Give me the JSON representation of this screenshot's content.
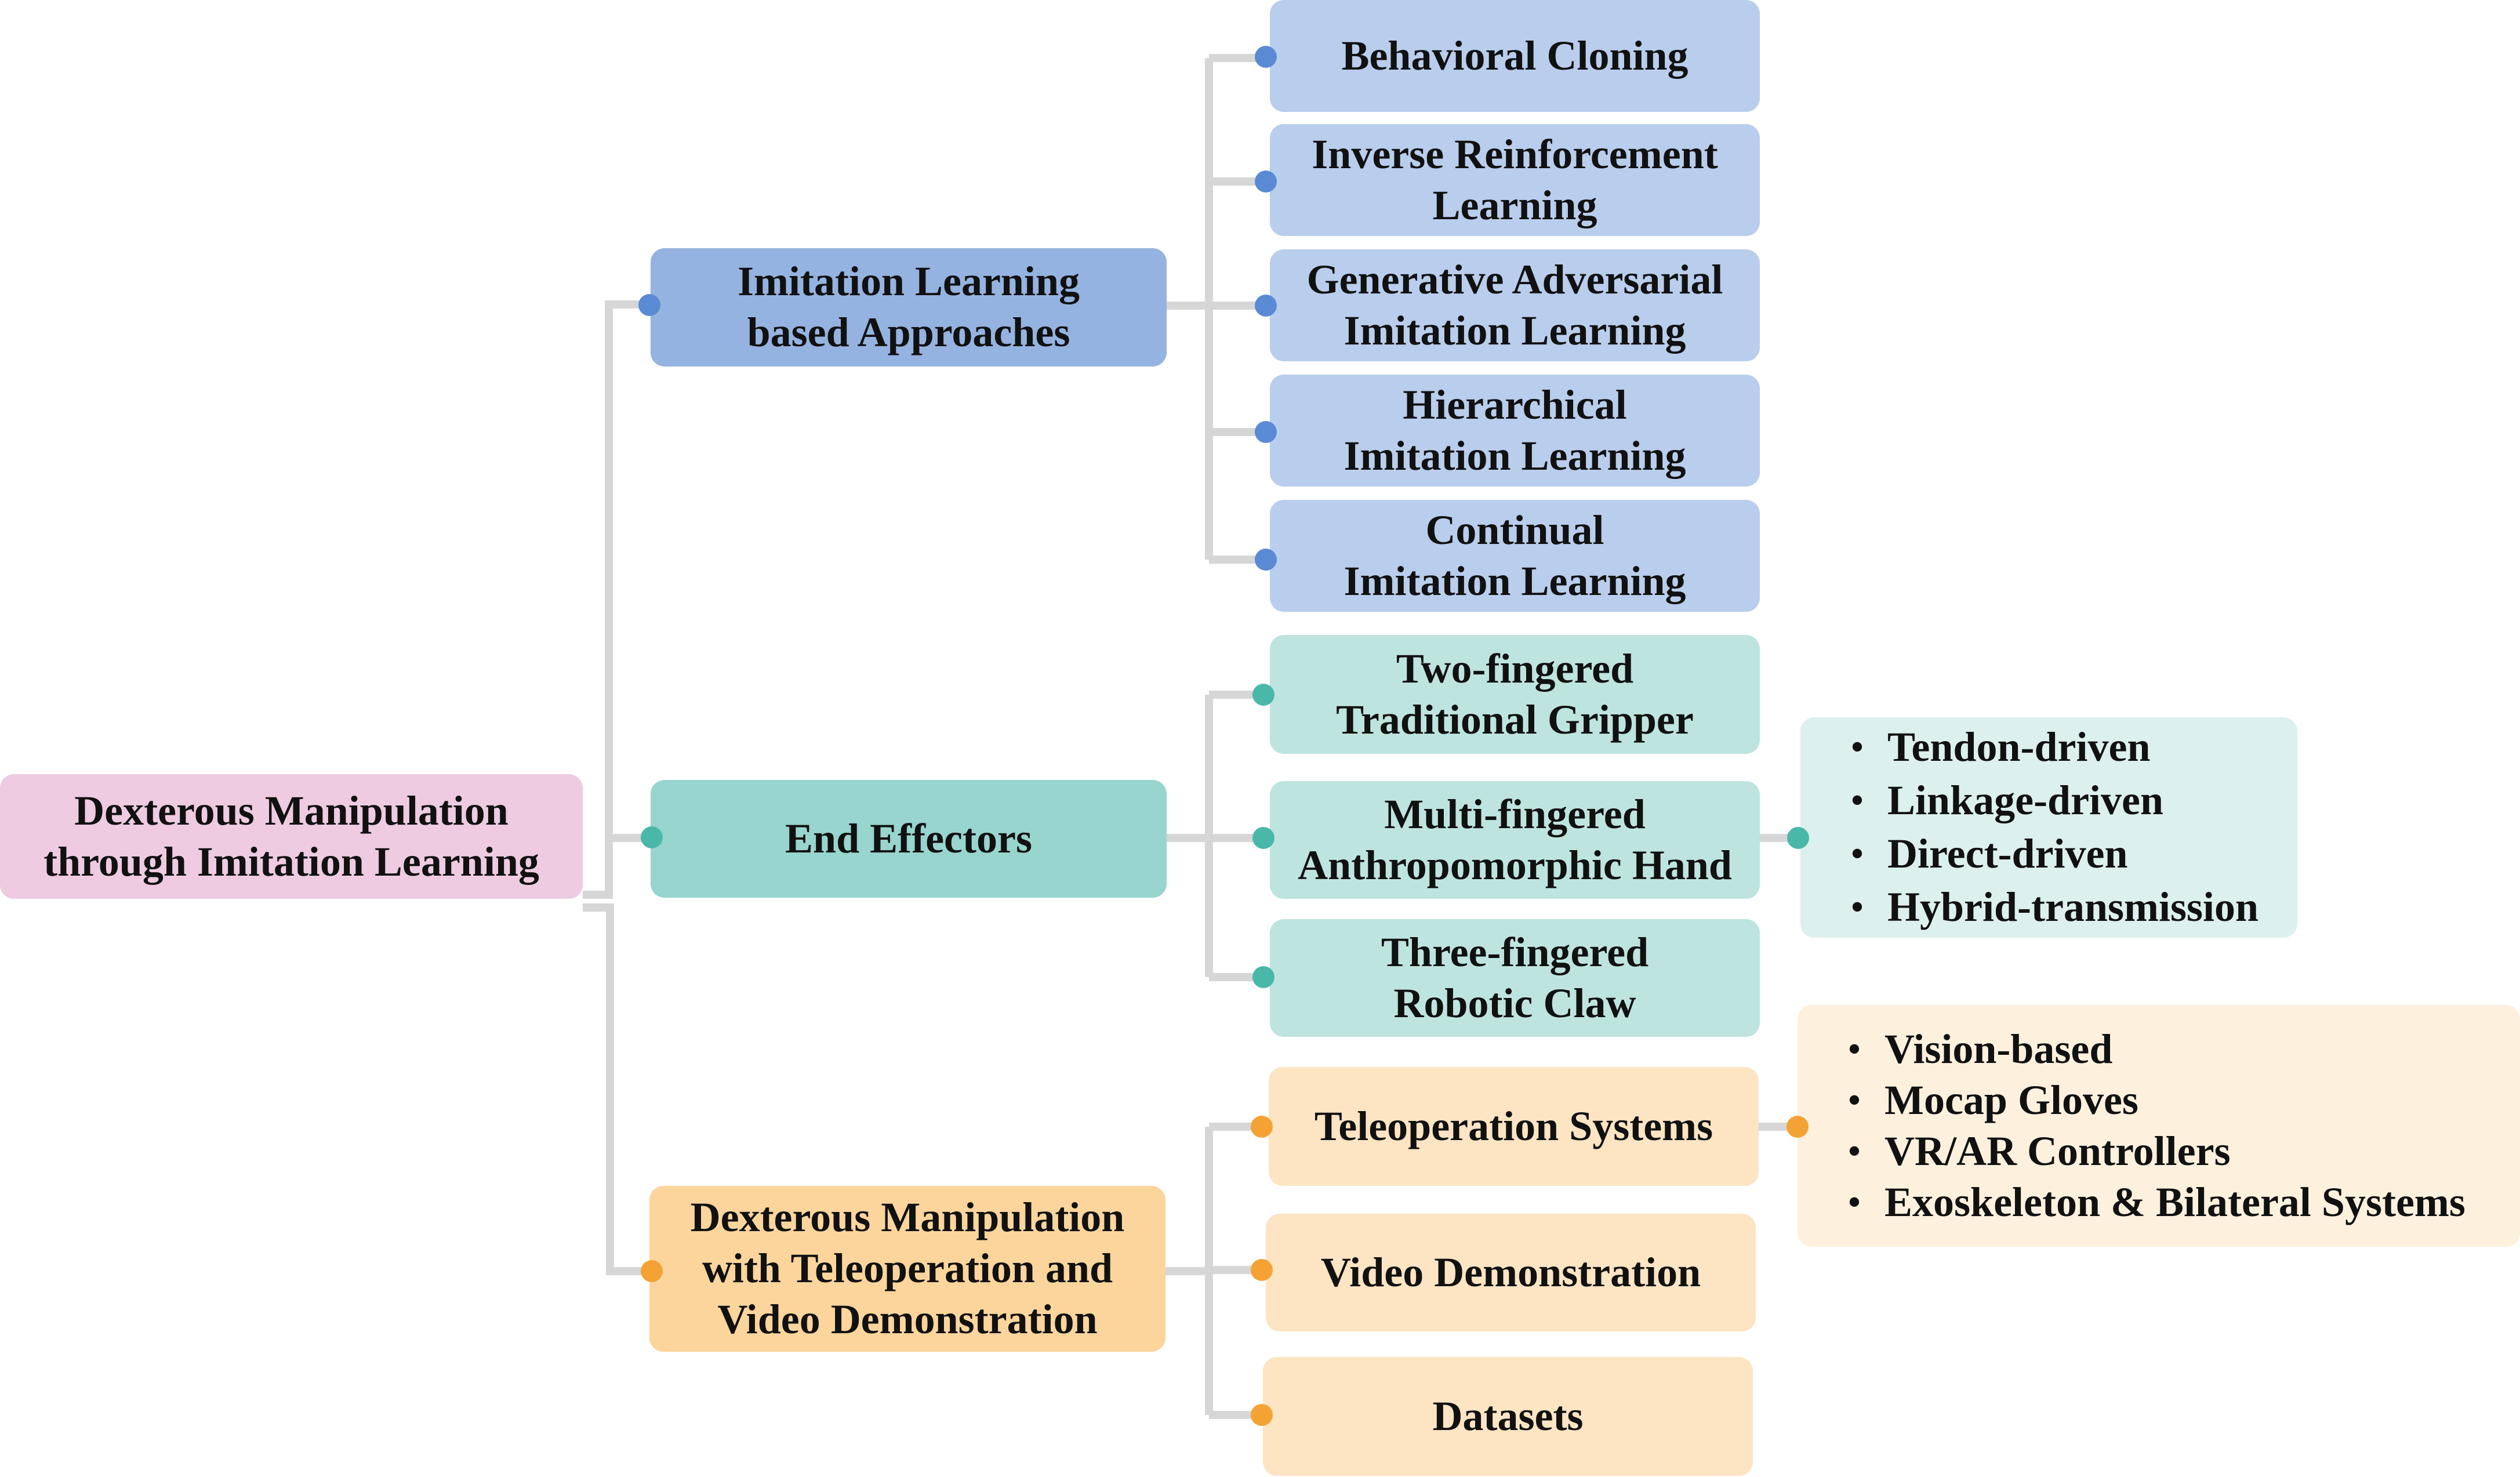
{
  "root": {
    "lines": [
      "Dexterous Manipulation",
      "through Imitation Learning"
    ]
  },
  "branches": {
    "imitation": {
      "lines": [
        "Imitation Learning",
        "based Approaches"
      ],
      "children": [
        {
          "lines": [
            "Behavioral Cloning"
          ]
        },
        {
          "lines": [
            "Inverse Reinforcement",
            "Learning"
          ]
        },
        {
          "lines": [
            "Generative Adversarial",
            "Imitation Learning"
          ]
        },
        {
          "lines": [
            "Hierarchical",
            "Imitation Learning"
          ]
        },
        {
          "lines": [
            "Continual",
            "Imitation Learning"
          ]
        }
      ]
    },
    "effectors": {
      "lines": [
        "End Effectors"
      ],
      "children": [
        {
          "lines": [
            "Two-fingered",
            "Traditional Gripper"
          ]
        },
        {
          "lines": [
            "Multi-fingered",
            "Anthropomorphic Hand"
          ]
        },
        {
          "lines": [
            "Three-fingered",
            "Robotic Claw"
          ]
        }
      ],
      "details": {
        "bullet": "•",
        "items": [
          "Tendon-driven",
          "Linkage-driven",
          "Direct-driven",
          "Hybrid-transmission"
        ]
      }
    },
    "teleop": {
      "lines": [
        "Dexterous Manipulation",
        "with Teleoperation and",
        "Video Demonstration"
      ],
      "children": [
        {
          "lines": [
            "Teleoperation Systems"
          ]
        },
        {
          "lines": [
            "Video Demonstration"
          ]
        },
        {
          "lines": [
            "Datasets"
          ]
        }
      ],
      "details": {
        "bullet": "•",
        "items": [
          "Vision-based",
          "Mocap Gloves",
          "VR/AR Controllers",
          "Exoskeleton & Bilateral Systems"
        ]
      }
    }
  },
  "colors": {
    "connector": "#d6d6d6",
    "blue_dot": "#5b8ad4",
    "teal_dot": "#49b8a9",
    "orange_dot": "#f5a234",
    "root_fill": "#eecbe1"
  }
}
